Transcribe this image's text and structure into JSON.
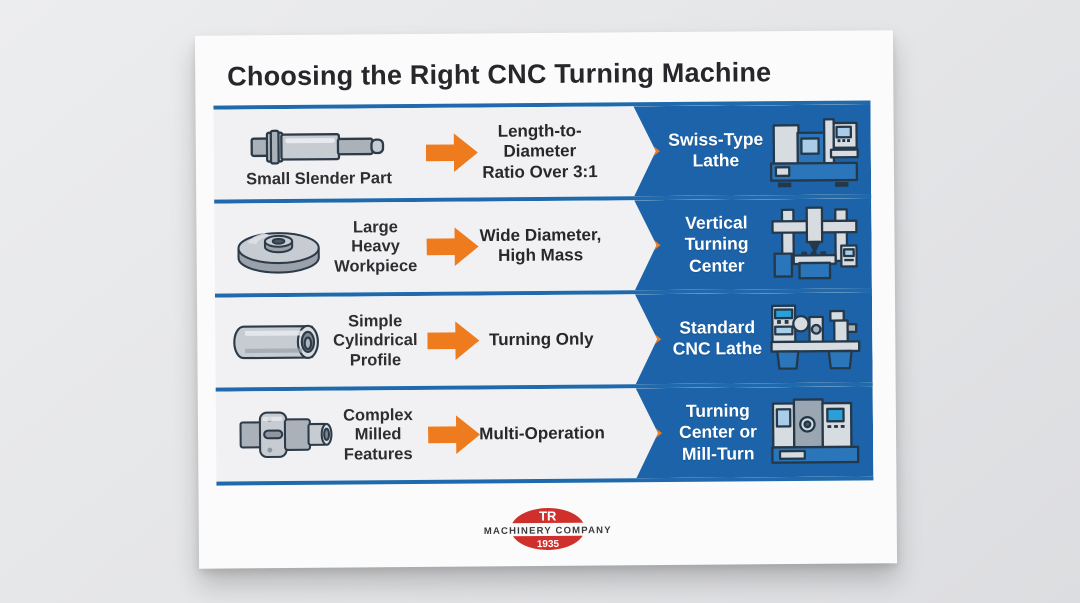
{
  "title": "Choosing the Right CNC Turning Machine",
  "colors": {
    "panel_blue": "#1c63a9",
    "divider_blue": "#1e6aad",
    "arrow_orange": "#ee7b1e",
    "row_background": "#f1f1f3",
    "poster_white": "#fbfbfc",
    "title_text": "#27272b",
    "machine_text": "#ffffff",
    "logo_red": "#d0302b"
  },
  "rows": [
    {
      "part_label": "Small Slender Part",
      "part_icon": "slender-shaft-icon",
      "arrow_icon": "arrow-right-icon",
      "criteria": "Length-to-Diameter\nRatio Over 3:1",
      "machine_label": "Swiss-Type\nLathe",
      "machine_icon": "swiss-type-lathe-icon"
    },
    {
      "part_label": "Large\nHeavy\nWorkpiece",
      "part_icon": "heavy-disc-icon",
      "arrow_icon": "arrow-right-icon",
      "criteria": "Wide Diameter,\nHigh Mass",
      "machine_label": "Vertical\nTurning\nCenter",
      "machine_icon": "vertical-turning-center-icon"
    },
    {
      "part_label": "Simple\nCylindrical\nProfile",
      "part_icon": "cylinder-icon",
      "arrow_icon": "arrow-right-icon",
      "criteria": "Turning Only",
      "machine_label": "Standard\nCNC Lathe",
      "machine_icon": "standard-cnc-lathe-icon"
    },
    {
      "part_label": "Complex\nMilled\nFeatures",
      "part_icon": "complex-milled-part-icon",
      "arrow_icon": "arrow-right-icon",
      "criteria": "Multi-Operation",
      "machine_label": "Turning\nCenter or\nMill-Turn",
      "machine_icon": "mill-turn-center-icon"
    }
  ],
  "logo": {
    "monogram": "TR",
    "company": "MACHINERY COMPANY",
    "year": "1935"
  }
}
